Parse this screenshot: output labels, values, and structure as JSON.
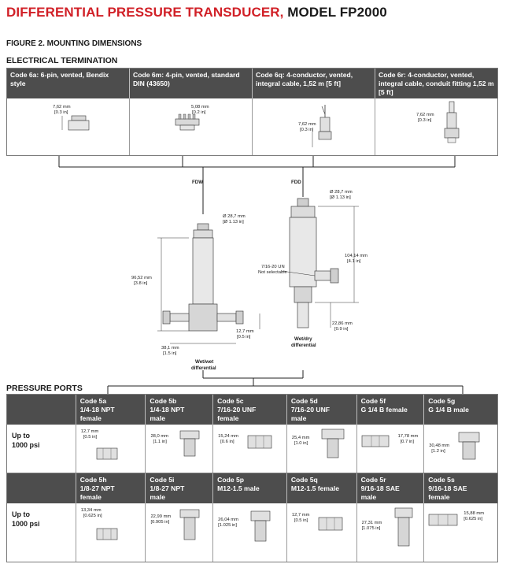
{
  "header": {
    "title_red": "DIFFERENTIAL PRESSURE TRANSDUCER,",
    "title_black": "MODEL FP2000"
  },
  "figure_title": "FIGURE 2. MOUNTING DIMENSIONS",
  "electrical": {
    "heading": "ELECTRICAL TERMINATION",
    "columns": [
      {
        "label": "Code 6a: 6-pin, vented, Bendix style",
        "dim_mm": "7,62 mm",
        "dim_in": "[0.3 in]"
      },
      {
        "label": "Code 6m: 4-pin, vented, standard DIN (43650)",
        "dim_mm": "5,08 mm",
        "dim_in": "[0.2 in]"
      },
      {
        "label": "Code 6q: 4-conductor, vented, integral cable, 1,52 m [5 ft]",
        "dim_mm": "7,62 mm",
        "dim_in": "[0.3 in]"
      },
      {
        "label": "Code 6r: 4-conductor, vented, integral cable, conduit fitting 1,52 m [5 ft]",
        "dim_mm": "7,62 mm",
        "dim_in": "[0.3 in]"
      }
    ]
  },
  "center": {
    "fdw_label": "FDW",
    "fdd_label": "FDD",
    "fdw_dia": "Ø 28,7 mm",
    "fdw_dia_in": "[Ø 1.13 in]",
    "fdd_dia": "Ø 28,7 mm",
    "fdd_dia_in": "[Ø 1.13 in]",
    "fdw_height": "96,52 mm",
    "fdw_height_in": "[3.8 in]",
    "fdw_port": "12,7 mm",
    "fdw_port_in": "[0.5 in]",
    "fdw_base": "38,1 mm",
    "fdw_base_in": "[1.5 in]",
    "fdw_caption_1": "Wet/wet",
    "fdw_caption_2": "differential",
    "fdd_height": "104,14 mm",
    "fdd_height_in": "[4.1 in]",
    "fdd_port": "22,86 mm",
    "fdd_port_in": "[0.9 in]",
    "fdd_thread_1": "7/16-20 UN",
    "fdd_thread_2": "Not selectable",
    "fdd_caption_1": "Wet/dry",
    "fdd_caption_2": "differential"
  },
  "pressure": {
    "heading": "PRESSURE PORTS",
    "row_label_1": "Up to",
    "row_label_2": "1000 psi",
    "table1": [
      {
        "code": "Code 5a",
        "spec": "1/4-18 NPT",
        "gender": "female",
        "dim_mm": "12,7 mm",
        "dim_in": "[0.5 in]"
      },
      {
        "code": "Code 5b",
        "spec": "1/4-18 NPT",
        "gender": "male",
        "dim_mm": "28,0 mm",
        "dim_in": "[1.1 in]"
      },
      {
        "code": "Code 5c",
        "spec": "7/16-20 UNF",
        "gender": "female",
        "dim_mm": "15,24 mm",
        "dim_in": "[0.6 in]"
      },
      {
        "code": "Code 5d",
        "spec": "7/16-20 UNF",
        "gender": "male",
        "dim_mm": "25,4 mm",
        "dim_in": "[1.0 in]"
      },
      {
        "code": "Code 5f",
        "spec": "G 1/4 B female",
        "gender": "",
        "dim_mm": "17,78 mm",
        "dim_in": "[0.7 in]"
      },
      {
        "code": "Code 5g",
        "spec": "G 1/4 B male",
        "gender": "",
        "dim_mm": "30,48 mm",
        "dim_in": "[1.2 in]"
      }
    ],
    "table2": [
      {
        "code": "Code 5h",
        "spec": "1/8-27 NPT",
        "gender": "female",
        "dim_mm": "13,34 mm",
        "dim_in": "[0.625 in]"
      },
      {
        "code": "Code 5i",
        "spec": "1/8-27 NPT",
        "gender": "male",
        "dim_mm": "22,99 mm",
        "dim_in": "[0.905 in]"
      },
      {
        "code": "Code 5p",
        "spec": "M12-1.5 male",
        "gender": "",
        "dim_mm": "26,04 mm",
        "dim_in": "[1.025 in]"
      },
      {
        "code": "Code 5q",
        "spec": "M12-1.5 female",
        "gender": "",
        "dim_mm": "12,7 mm",
        "dim_in": "[0.5 in]"
      },
      {
        "code": "Code 5r",
        "spec": "9/16-18 SAE",
        "gender": "male",
        "dim_mm": "27,31 mm",
        "dim_in": "[1.075 in]"
      },
      {
        "code": "Code 5s",
        "spec": "9/16-18 SAE",
        "gender": "female",
        "dim_mm": "15,88 mm",
        "dim_in": "[0.625 in]"
      }
    ]
  }
}
